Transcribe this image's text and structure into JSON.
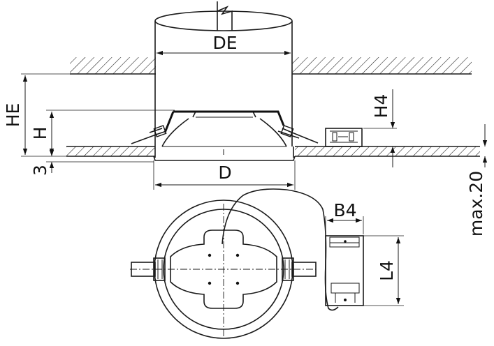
{
  "labels": {
    "de": "DE",
    "he": "HE",
    "h": "H",
    "three": "3",
    "d": "D",
    "h4": "H4",
    "max20": "max.20",
    "b4": "B4",
    "l4": "L4"
  }
}
